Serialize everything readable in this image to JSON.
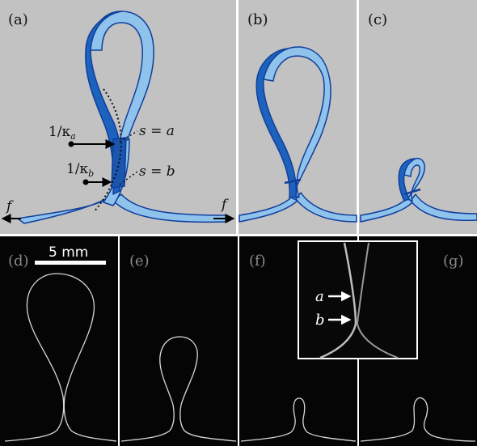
{
  "figure": {
    "top_panels": [
      {
        "id": "a",
        "label": "(a)"
      },
      {
        "id": "b",
        "label": "(b)"
      },
      {
        "id": "c",
        "label": "(c)"
      }
    ],
    "bottom_panels": [
      {
        "id": "d",
        "label": "(d)"
      },
      {
        "id": "e",
        "label": "(e)"
      },
      {
        "id": "f",
        "label": "(f)"
      },
      {
        "id": "g",
        "label": "(g)"
      }
    ],
    "annotations": {
      "inv_kappa_a": "1/κ",
      "inv_kappa_a_sub": "a",
      "inv_kappa_b": "1/κ",
      "inv_kappa_b_sub": "b",
      "s_eq_a": "s = a",
      "s_eq_b": "s = b",
      "force_left": "f",
      "force_right": "f"
    },
    "scale_bar": {
      "label": "5 mm"
    },
    "inset": {
      "marker_a": "a",
      "marker_b": "b"
    },
    "colors": {
      "panel_bg": "#c2c2c2",
      "ribbon_light": "#8fc3ec",
      "ribbon_dark": "#1d62bd",
      "ribbon_edge": "#0f3f9c",
      "photo_bg": "#050505"
    }
  }
}
